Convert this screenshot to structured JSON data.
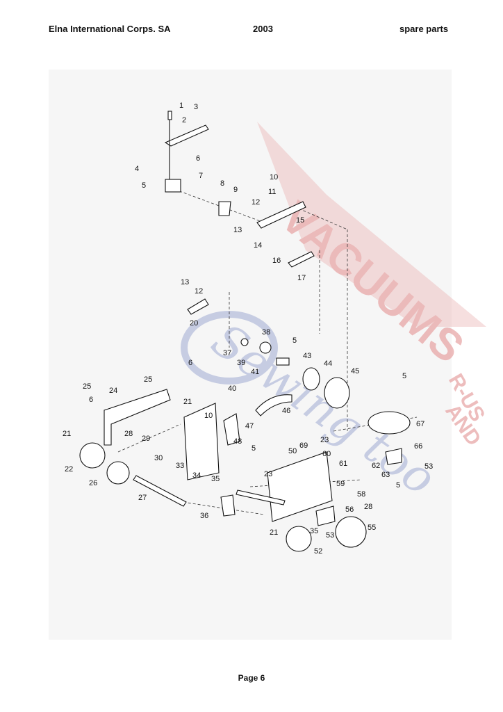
{
  "header": {
    "left": "Elna International Corps. SA",
    "center": "2003",
    "right": "spare parts"
  },
  "footer": {
    "page": "Page 6"
  },
  "watermark": {
    "line1": "VACUUMS",
    "line2": "R-US",
    "line3": "AND",
    "script": "Sewing too",
    "color_red": "#e8a7a7",
    "color_blue": "#b7bfdc"
  },
  "callouts": [
    "1",
    "2",
    "3",
    "4",
    "5",
    "6",
    "7",
    "8",
    "9",
    "10",
    "11",
    "12",
    "13",
    "14",
    "15",
    "16",
    "17",
    "13",
    "12",
    "20",
    "37",
    "38",
    "5",
    "39",
    "41",
    "43",
    "44",
    "45",
    "5",
    "6",
    "25",
    "25",
    "24",
    "6",
    "21",
    "40",
    "46",
    "67",
    "10",
    "47",
    "48",
    "5",
    "66",
    "53",
    "21",
    "28",
    "29",
    "30",
    "33",
    "22",
    "34",
    "35",
    "26",
    "69",
    "50",
    "60",
    "23",
    "61",
    "62",
    "63",
    "5",
    "27",
    "23",
    "59",
    "58",
    "28",
    "56",
    "36",
    "21",
    "35",
    "53",
    "55",
    "52"
  ]
}
